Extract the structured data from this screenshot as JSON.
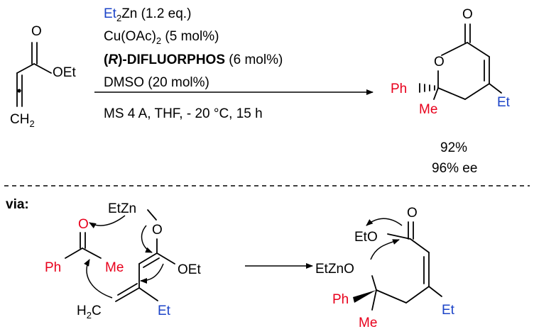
{
  "colors": {
    "red": "#e8001c",
    "blue": "#1c44c8",
    "black": "#000000"
  },
  "reagents": {
    "line1_et": "Et",
    "line1_sub": "2",
    "line1_zn": "Zn",
    "line1_rest": " (1.2 eq.)",
    "line2_cu": "Cu(OAc)",
    "line2_sub": "2",
    "line2_rest": " (5 mol%)",
    "line3_paren": "(",
    "line3_r": "R",
    "line3_close": ")",
    "line3_ligand": "-DIFLUORPHOS",
    "line3_rest": " (6 mol%)",
    "line4": "DMSO (20 mol%)",
    "line5": "MS 4 A, THF, - 20 °C, 15 h"
  },
  "reactant": {
    "o": "O",
    "oet": "OEt",
    "ch": "CH",
    "sub": "2"
  },
  "product": {
    "o_carbonyl": "O",
    "o_ring": "O",
    "ph": "Ph",
    "me": "Me",
    "et": "Et"
  },
  "results": {
    "yield": "92%",
    "ee": "96% ee"
  },
  "mechanism": {
    "via": "via:",
    "etzn": "EtZn",
    "o": "O",
    "ph": "Ph",
    "me": "Me",
    "oet": "OEt",
    "h": "H",
    "h_sub": "2",
    "h_c": "C",
    "et": "Et"
  },
  "intermediate": {
    "eto": "EtO",
    "o": "O",
    "etzno": "EtZnO",
    "ph": "Ph",
    "me": "Me",
    "et": "Et"
  }
}
